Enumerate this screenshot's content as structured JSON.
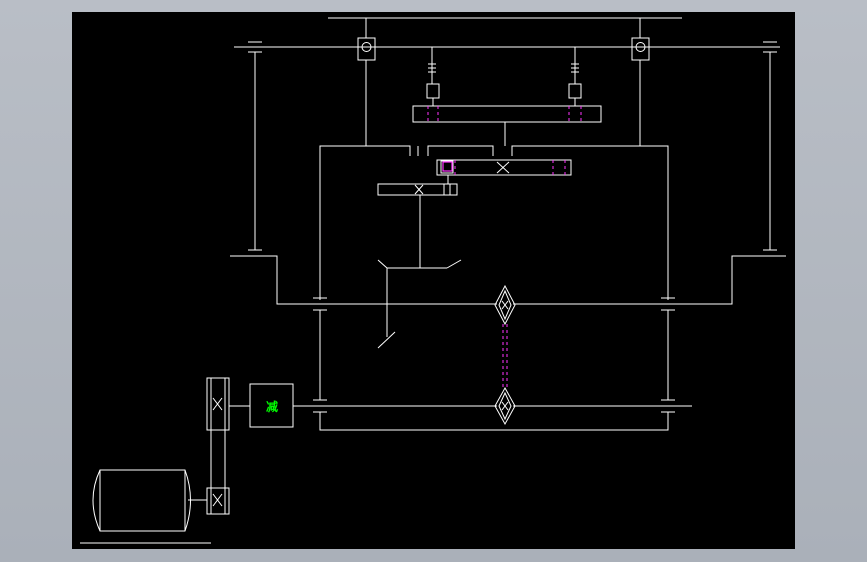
{
  "window": {
    "background": "#aeb4bd"
  },
  "canvas": {
    "background": "#000000",
    "line_color": "#ffffff",
    "center_line_color": "#ff33ff",
    "reducer_color": "#00ff00"
  },
  "drawing": {
    "components": [
      "top-frame-line",
      "left-column",
      "right-column",
      "left-bearing-block",
      "right-bearing-block",
      "left-spring",
      "right-spring",
      "upper-beam",
      "sliding-gear",
      "left-gear",
      "bevel-gear-pair",
      "upper-cross-shaft",
      "lower-cross-shaft",
      "upper-sprocket",
      "lower-sprocket",
      "chain",
      "reducer",
      "belt-drive",
      "motor"
    ],
    "reducer_label": "减"
  }
}
